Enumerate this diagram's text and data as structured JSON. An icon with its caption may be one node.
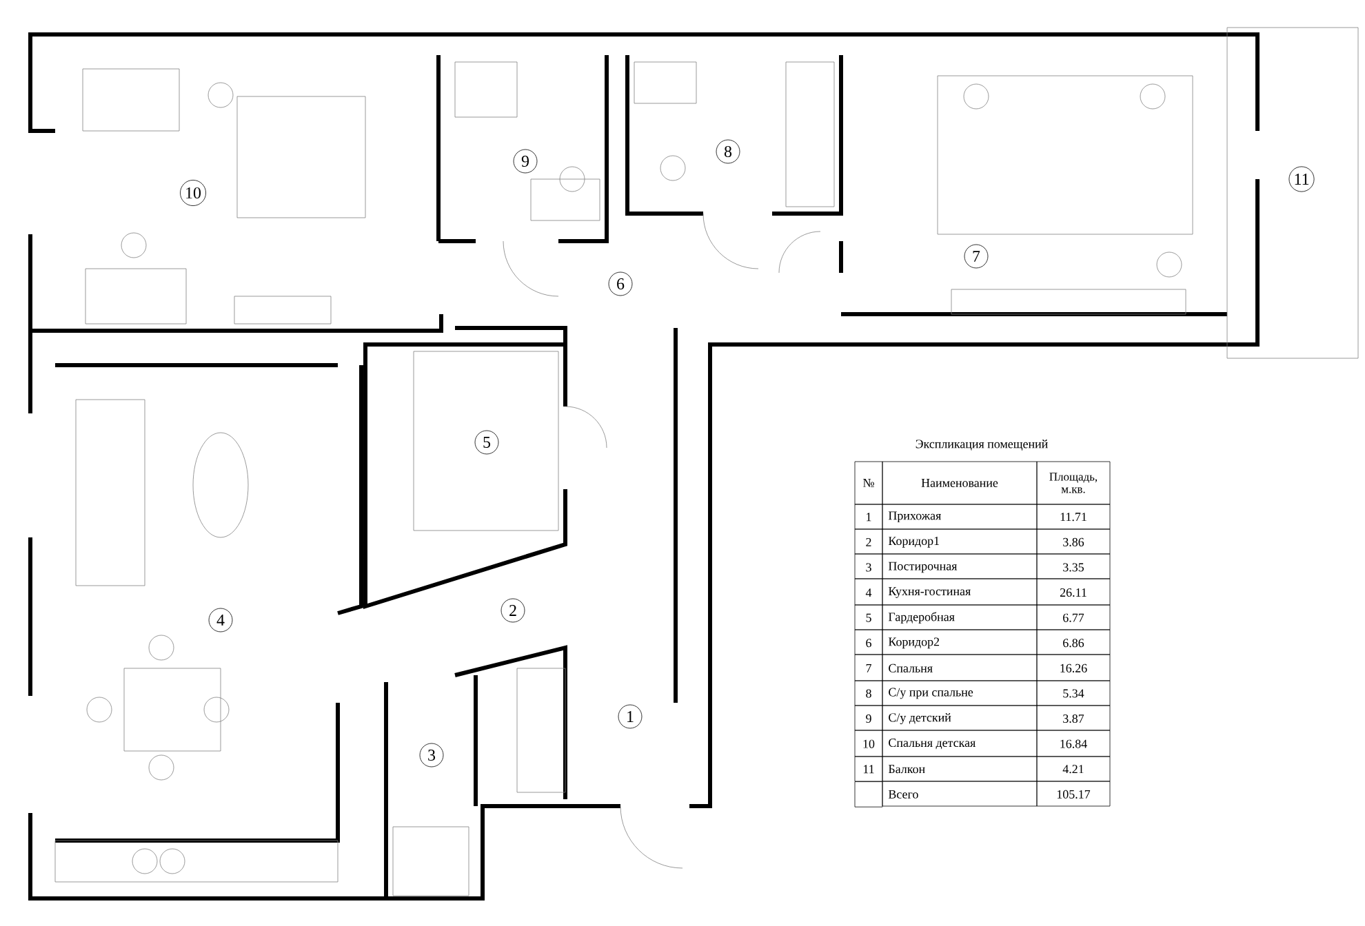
{
  "diagram": {
    "nodes": [
      {
        "text": [
          "1"
        ]
      },
      {
        "text": [
          "2"
        ]
      },
      {
        "text": [
          "3"
        ]
      },
      {
        "text": [
          "4"
        ]
      },
      {
        "text": [
          "5"
        ]
      },
      {
        "text": [
          "6"
        ]
      },
      {
        "text": [
          "7"
        ]
      },
      {
        "text": [
          "8"
        ]
      },
      {
        "text": [
          "9"
        ]
      },
      {
        "text": [
          "10"
        ]
      },
      {
        "text": [
          "11"
        ]
      }
    ],
    "labels": [
      "Экспликация помещений",
      "№",
      "Наименование",
      "Площадь, м.кв.",
      "1",
      "Прихожая",
      "11.71",
      "2",
      "Коридор1",
      "3.86",
      "3",
      "Постирочная",
      "3.35",
      "4",
      "Кухня-гостиная",
      "26.11",
      "5",
      "Гардеробная",
      "6.77",
      "6",
      "Коридор2",
      "6.86",
      "7",
      "Спальня",
      "16.26",
      "8",
      "С/у при спальне",
      "5.34",
      "9",
      "С/у детский",
      "3.87",
      "10",
      "Спальня детская",
      "16.84",
      "11",
      "Балкон",
      "4.21",
      "Всего",
      "105.17"
    ]
  }
}
